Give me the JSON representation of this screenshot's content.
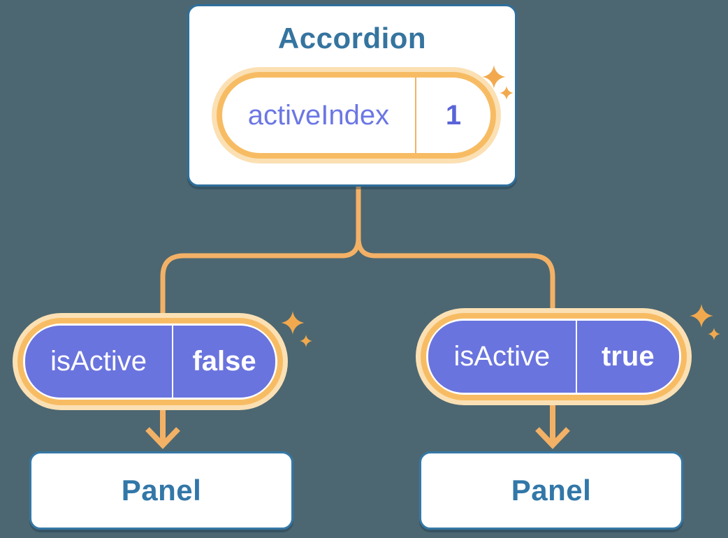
{
  "accordion": {
    "title": "Accordion",
    "state_pill": {
      "name": "activeIndex",
      "value": "1"
    }
  },
  "children": [
    {
      "pill": {
        "name": "isActive",
        "value": "false"
      },
      "panel": {
        "title": "Panel"
      }
    },
    {
      "pill": {
        "name": "isActive",
        "value": "true"
      },
      "panel": {
        "title": "Panel"
      }
    }
  ],
  "colors": {
    "background": "#4C6771",
    "card_border": "#2F6F9C",
    "card_title_text": "#35749F",
    "panel_title_text": "#3277A8",
    "pill_border_orange": "#F7BC63",
    "pill_glow": "#FBE0B4",
    "connector_line": "#F3B166",
    "sparkle": "#F2A94E",
    "prop_pill_fill": "#6A74DE",
    "state_name_text": "#6B77E4",
    "state_value_text": "#5A64D8",
    "prop_pill_text": "#FFFFFF"
  },
  "icons": {
    "sparkle": "sparkle-icon"
  }
}
